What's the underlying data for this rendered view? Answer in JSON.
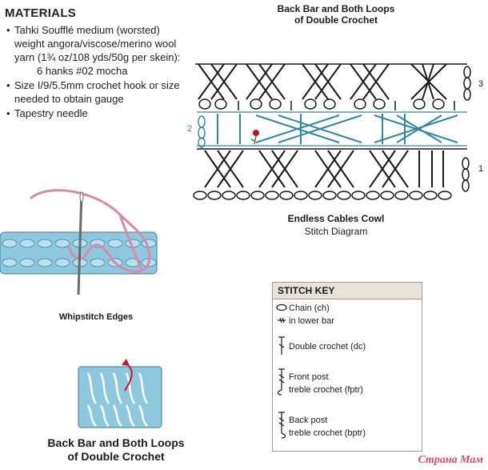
{
  "materials": {
    "heading": "MATERIALS",
    "items": [
      {
        "line1": "Tahki Soufflé medium  (worsted)",
        "line2": "weight angora/viscose/merino wool",
        "line3": "yarn (1¾ oz/108 yds/50g per skein):",
        "line4": "6 hanks #02 mocha"
      },
      {
        "line1": "Size I/9/5.5mm crochet hook or size",
        "line2": "needed to obtain gauge"
      },
      {
        "line1": "Tapestry needle"
      }
    ]
  },
  "diagram": {
    "top_title_1": "Back Bar and Both Loops",
    "top_title_2": "of Double Crochet",
    "title": "Endless Cables Cowl",
    "subtitle": "Stitch Diagram",
    "row_labels": {
      "r1": "1",
      "r2": "2",
      "r3": "3"
    },
    "colors": {
      "black": "#1a1a1a",
      "blue": "#2f86a6",
      "rose": "#c8102e"
    }
  },
  "whipstitch": {
    "caption": "Whipstitch Edges",
    "colors": {
      "fabric": "#8ec8df",
      "yarn": "#d98aa8",
      "needle": "#6a6a6a"
    }
  },
  "backbar": {
    "caption_1": "Back Bar and Both Loops",
    "caption_2": "of Double Crochet",
    "colors": {
      "fabric": "#8ec8df",
      "arrow": "#d2122e"
    }
  },
  "stitch_key": {
    "heading": "STITCH KEY",
    "items": [
      {
        "label": "Chain (ch)",
        "icon": "chain-icon"
      },
      {
        "label": "in lower bar",
        "icon": "lower-bar-icon"
      },
      {
        "label": "Double crochet (dc)",
        "icon": "double-crochet-icon"
      },
      {
        "label_1": "Front post",
        "label_2": "treble crochet (fptr)",
        "icon": "front-post-icon"
      },
      {
        "label_1": "Back post",
        "label_2": "treble crochet (bptr)",
        "icon": "back-post-icon"
      }
    ]
  },
  "watermark": "Страна Мам"
}
